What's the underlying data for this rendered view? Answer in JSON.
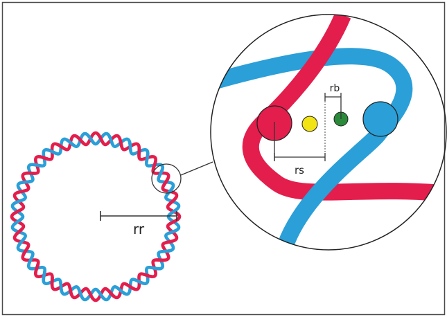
{
  "labels": {
    "ring_radius": "rr",
    "strand_separation": "rs",
    "base_radius": "rb"
  },
  "colors": {
    "strand_a": "#e31e4c",
    "strand_b": "#2a9fd8",
    "particle_yellow": "#f2e312",
    "particle_green": "#2a8a3a",
    "frame": "#4a4a4a",
    "line": "#333333"
  },
  "ring": {
    "turns": 24
  }
}
